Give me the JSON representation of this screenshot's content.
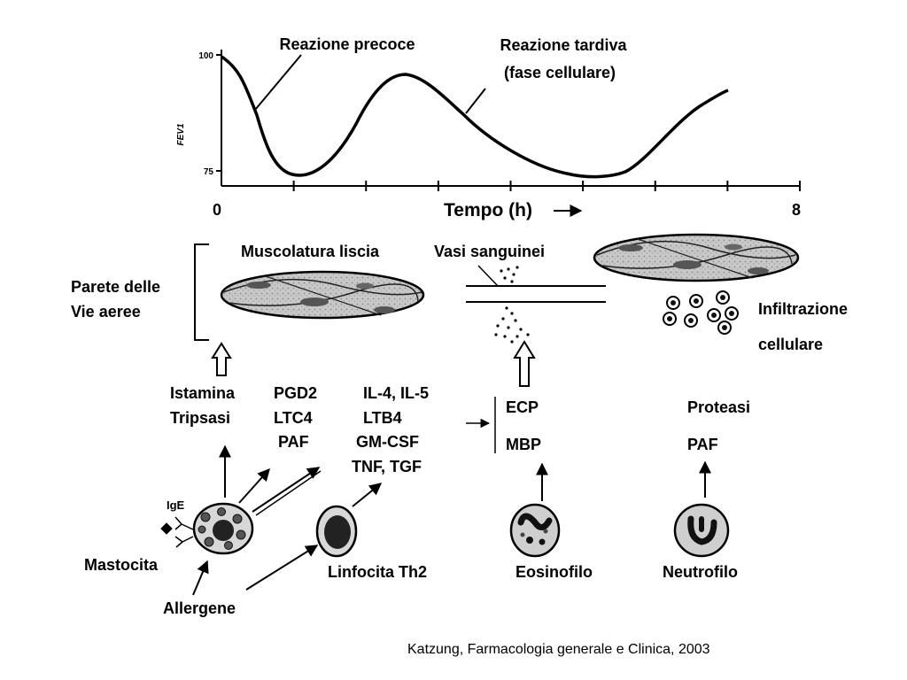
{
  "chart": {
    "y_axis_label": "FEV1",
    "y_ticks": [
      "100",
      "75"
    ],
    "x_start": "0",
    "x_end": "8",
    "x_label": "Tempo (h)",
    "early_reaction": "Reazione precoce",
    "late_reaction_line1": "Reazione tardiva",
    "late_reaction_line2": "(fase cellulare)"
  },
  "airway": {
    "wall_line1": "Parete delle",
    "wall_line2": "Vie aeree",
    "smooth_muscle": "Muscolatura liscia",
    "blood_vessels": "Vasi sanguinei",
    "infiltration_line1": "Infiltrazione",
    "infiltration_line2": "cellulare"
  },
  "mediators": {
    "mast_col1": [
      "Istamina",
      "Tripsasi"
    ],
    "mast_col2": [
      "PGD2",
      "LTC4",
      "PAF"
    ],
    "lymph_col": [
      "IL-4, IL-5",
      "LTB4",
      "GM-CSF",
      "TNF, TGF"
    ],
    "eosinophil": [
      "ECP",
      "MBP"
    ],
    "neutrophil": [
      "Proteasi",
      "PAF"
    ]
  },
  "cells": {
    "ige": "IgE",
    "mast_cell": "Mastocita",
    "lymphocyte": "Linfocita Th2",
    "eosinophil": "Eosinofilo",
    "neutrophil": "Neutrofilo",
    "allergen": "Allergene"
  },
  "citation": "Katzung, Farmacologia generale e Clinica, 2003"
}
